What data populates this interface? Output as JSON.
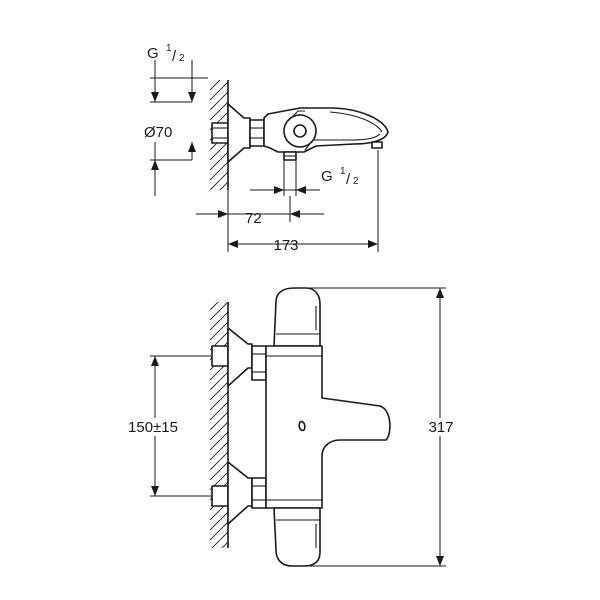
{
  "labels": {
    "thread_top_g": "G",
    "thread_top_num": "1",
    "thread_top_den": "2",
    "diameter": "Ø70",
    "thread_bottom_g": "G",
    "thread_bottom_num": "1",
    "thread_bottom_den": "2",
    "dim_72": "72",
    "dim_173": "173",
    "dim_150": "150±15",
    "dim_317": "317"
  }
}
